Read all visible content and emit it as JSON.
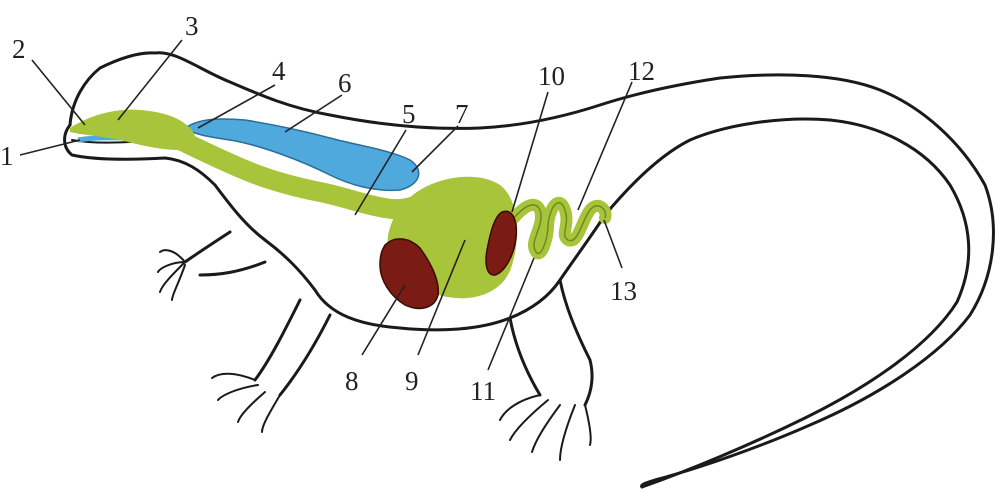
{
  "labels": [
    "1",
    "2",
    "3",
    "4",
    "5",
    "6",
    "7",
    "8",
    "9",
    "10",
    "11",
    "12",
    "13"
  ],
  "colors": {
    "digestive": "#a8c43a",
    "respiratory": "#4fa9dd",
    "liver": "#7a1c14",
    "outline": "#1a1a1a"
  },
  "icons": {
    "body": "lizard-outline",
    "digestive": "digestive-tract",
    "respiratory": "respiratory-organ",
    "organs": "dark-red-organ"
  }
}
